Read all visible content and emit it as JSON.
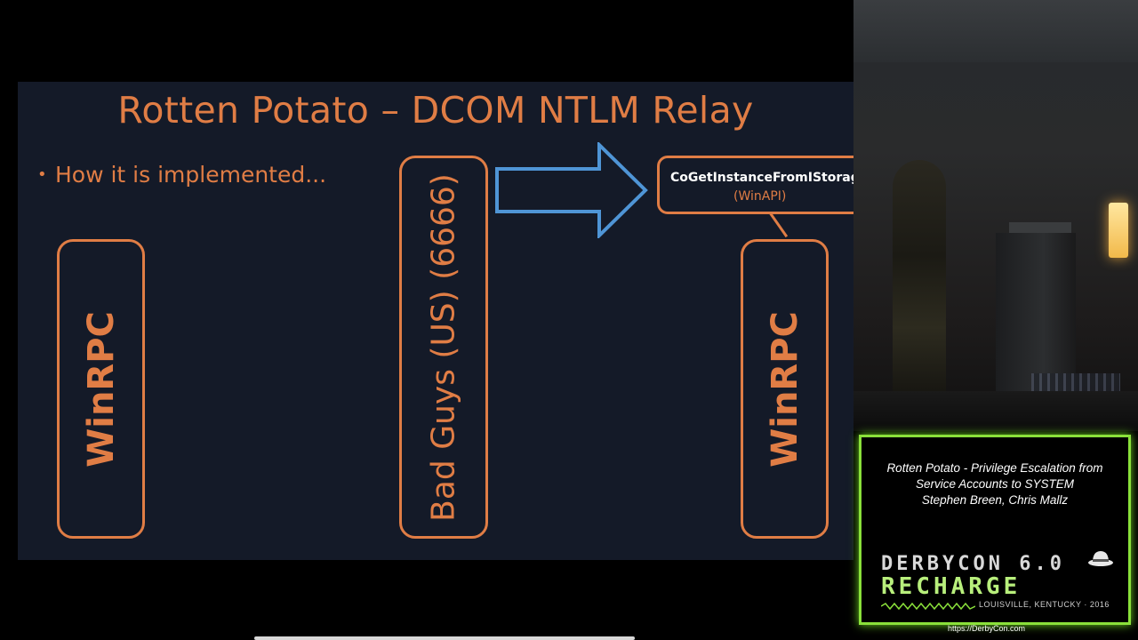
{
  "slide": {
    "title": "Rotten Potato – DCOM NTLM Relay",
    "bullet": "How it is implemented...",
    "left_box_label": "WinRPC",
    "middle_box_label": "Bad Guys (US) (6666)",
    "right_box_label": "WinRPC",
    "api_box": {
      "main": "CoGetInstanceFromIStorage",
      "sub": "(WinAPI)"
    },
    "colors": {
      "accent": "#e07d45",
      "arrow": "#4f95d6",
      "background": "#141a28"
    }
  },
  "info_panel": {
    "line1": "Rotten Potato - Privilege Escalation from",
    "line2": "Service Accounts to SYSTEM",
    "line3": "Stephen Breen, Chris Mallz",
    "logo_line1": "DERBYCON 6.0",
    "logo_line2": "RECHARGE",
    "logo_sub": "LOUISVILLE, KENTUCKY · 2016",
    "url": "https://DerbyCon.com",
    "border_color": "#8ae03a"
  }
}
